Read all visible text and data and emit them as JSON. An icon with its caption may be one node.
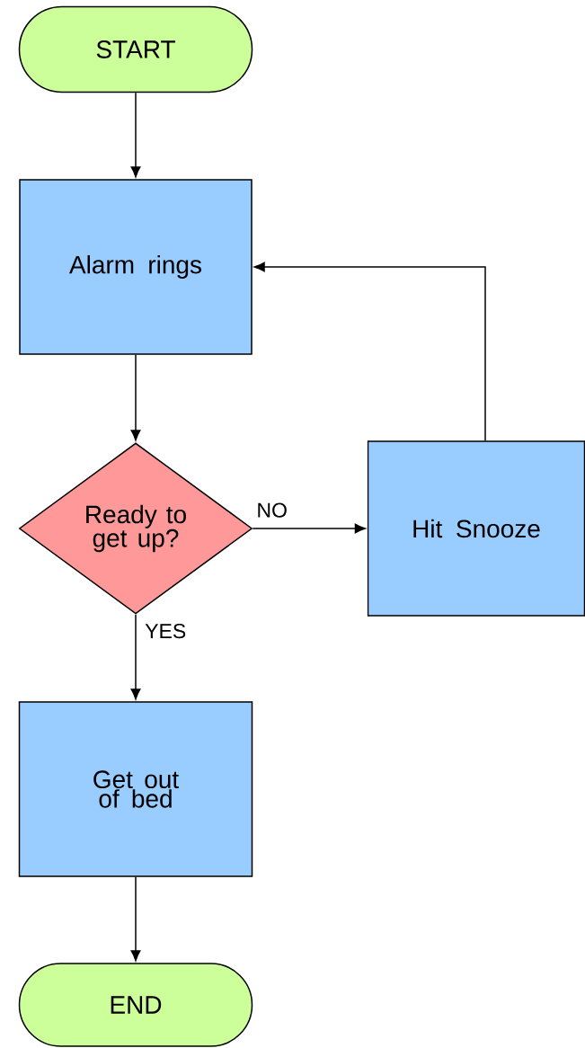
{
  "diagram": {
    "nodes": [
      {
        "text": [
          "START"
        ]
      },
      {
        "text": [
          "Alarm rings"
        ]
      },
      {
        "text": [
          "Ready to get up?"
        ]
      },
      {
        "text": [
          "Hit Snooze"
        ]
      },
      {
        "text": [
          "Get out of bed"
        ]
      },
      {
        "text": [
          "END"
        ]
      }
    ],
    "edges": [
      {
        "from": 0,
        "to": 1,
        "arrow": "to"
      },
      {
        "from": 1,
        "to": 2,
        "arrow": "to"
      },
      {
        "from": 2,
        "to": 3,
        "arrow": "to",
        "label": "NO"
      },
      {
        "from": 3,
        "to": 1,
        "arrow": "to"
      },
      {
        "from": 2,
        "to": 4,
        "arrow": "to",
        "label": "YES"
      },
      {
        "from": 4,
        "to": 5,
        "arrow": "to"
      }
    ]
  }
}
